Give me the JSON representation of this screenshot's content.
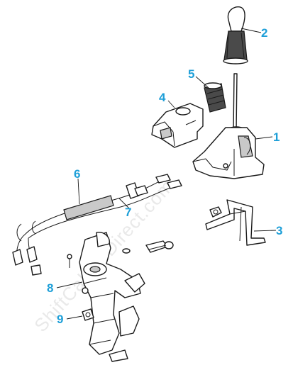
{
  "diagram": {
    "callouts": [
      "1",
      "2",
      "3",
      "4",
      "5",
      "6",
      "7",
      "8",
      "9"
    ],
    "callout_color": "#1e9fd8",
    "line_color": "#1a1a1a",
    "background": "#ffffff",
    "watermark": "ShiftCablesDirect.com"
  }
}
